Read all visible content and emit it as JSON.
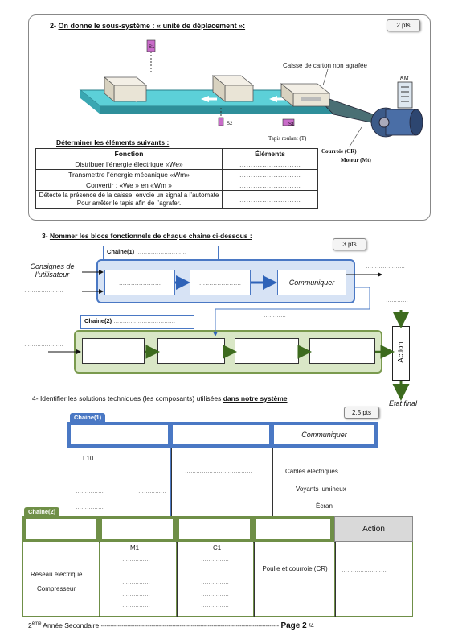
{
  "q2": {
    "number": "2-",
    "heading": "On donne le sous-système : « unité de déplacement »:",
    "points": "2 pts",
    "labels": {
      "caisse": "Caisse de carton non agrafée",
      "km": "KM",
      "s1_top": "S1",
      "s2": "S2",
      "s1": "S1",
      "tapis": "Tapis roulant (T)",
      "courroie": "Courroie (CR)",
      "moteur": "Moteur (Mt)"
    },
    "instruction": "Déterminer les éléments suivants :",
    "table": {
      "headers": [
        "Fonction",
        "Éléments"
      ],
      "rows": [
        [
          "Distribuer l’énergie électrique «We»",
          "………………………"
        ],
        [
          "Transmettre l’énergie mécanique «Wm»",
          "………………………"
        ],
        [
          "Convertir : «We » en «Wm »",
          "………………………"
        ],
        [
          "Détecte la présence de la caisse, envoie un signal a l’automate Pour arrêter le tapis afin de l’agrafer.",
          "………………………"
        ]
      ]
    }
  },
  "q3": {
    "number": "3-",
    "heading": "Nommer les blocs fonctionnels de chaque chaine ci-dessous :",
    "points": "3 pts",
    "consignes": "Consignes de l’utilisateur",
    "left_dots": "…………………",
    "left_dots2": "…………………",
    "right_dots": "…………………",
    "mid_dots": "…………",
    "right_dots2": "…………",
    "chaine1": {
      "label": "Chaine(1)",
      "label_dots": "………………………",
      "blocks": [
        "…………………",
        "…………………",
        "Communiquer"
      ]
    },
    "chaine2": {
      "label": "Chaine(2)",
      "label_dots": "……………………………",
      "blocks": [
        "…………………",
        "…………………",
        "…………………",
        "…………………"
      ]
    },
    "action": "Action",
    "etat_final": "Etat final"
  },
  "q4": {
    "number": "4-",
    "heading_start": "Identifier les solutions techniques (les composants) utilisées",
    "heading_emph": "dans notre système",
    "points": "2.5 pts",
    "chaine1": {
      "label": "Chaine(1)",
      "headers": [
        "………………………………",
        "………………………………",
        "Communiquer"
      ],
      "col1": [
        "L10",
        "……………",
        "……………",
        "……………",
        "……………",
        "……………",
        "……………"
      ],
      "col2": "………………………………",
      "col3": [
        "Câbles électriques",
        "Voyants lumineux",
        "Écran"
      ]
    },
    "chaine2": {
      "label": "Chaine(2)",
      "headers": [
        "…………………",
        "…………………",
        "…………………",
        "…………………",
        "Action"
      ],
      "col1": [
        "Réseau électrique",
        "Compresseur"
      ],
      "col2": [
        "M1",
        "……………",
        "……………",
        "……………",
        "……………",
        "……………"
      ],
      "col3": [
        "C1",
        "……………",
        "……………",
        "……………",
        "……………",
        "……………"
      ],
      "col4": "Poulie et courroie (CR)",
      "col5": [
        "……………………",
        "……………………"
      ]
    }
  },
  "footer": {
    "grade": "2",
    "grade_sup": "ème",
    "text": " Année Secondaire ",
    "dashes": "-----------------------------------------------------------------------------------------------",
    "page": "Page 2",
    "total": "/4"
  }
}
